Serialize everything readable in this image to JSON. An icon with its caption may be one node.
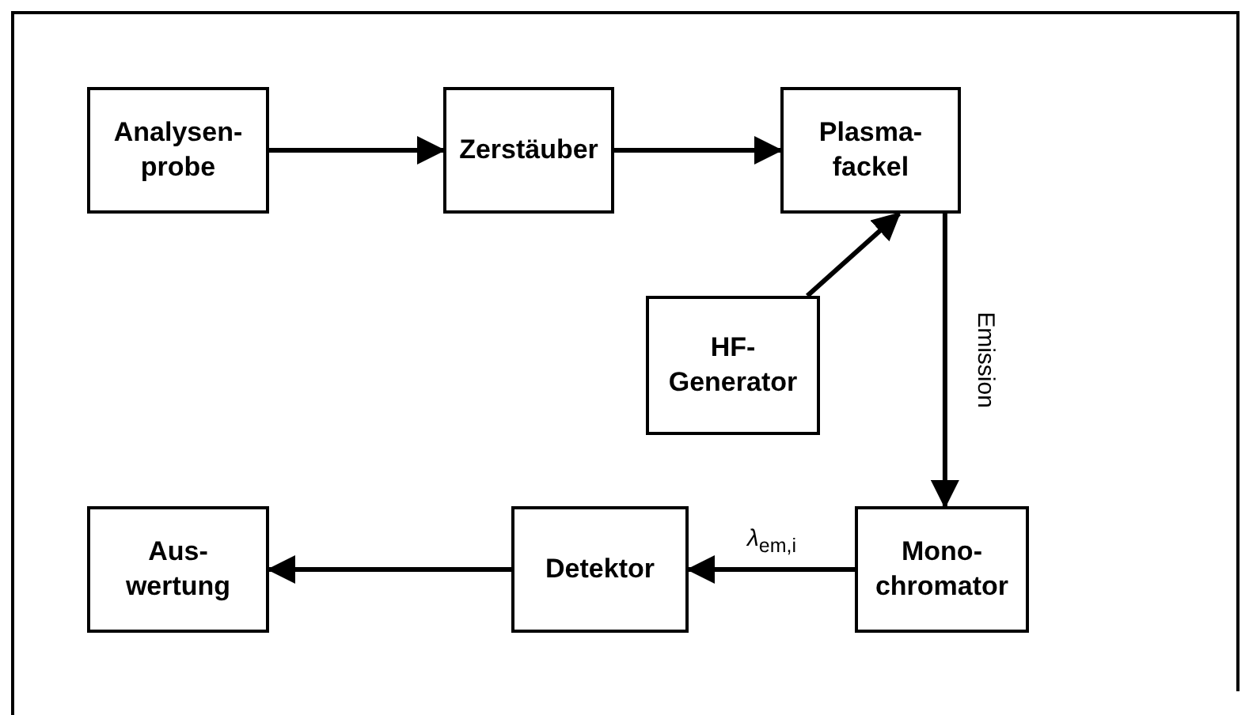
{
  "diagram": {
    "nodes": [
      {
        "text": [
          "Analysen- probe"
        ]
      },
      {
        "text": [
          "Zerstäuber"
        ]
      },
      {
        "text": [
          "Plasma- fackel"
        ]
      },
      {
        "text": [
          "HF- Generator"
        ]
      },
      {
        "text": [
          "Aus- wertung"
        ]
      },
      {
        "text": [
          "Detektor"
        ]
      },
      {
        "text": [
          "Mono- chromator"
        ]
      }
    ],
    "edges": [
      {
        "from": 0,
        "to": 1,
        "arrow": "to"
      },
      {
        "from": 1,
        "to": 2,
        "arrow": "to"
      },
      {
        "from": 3,
        "to": 2,
        "arrow": "to"
      },
      {
        "from": 2,
        "to": 6,
        "arrow": "to",
        "label": "Emission"
      },
      {
        "from": 6,
        "to": 5,
        "arrow": "to",
        "label": "*λ*$_{em,i}$"
      },
      {
        "from": 5,
        "to": 4,
        "arrow": "to"
      }
    ]
  }
}
